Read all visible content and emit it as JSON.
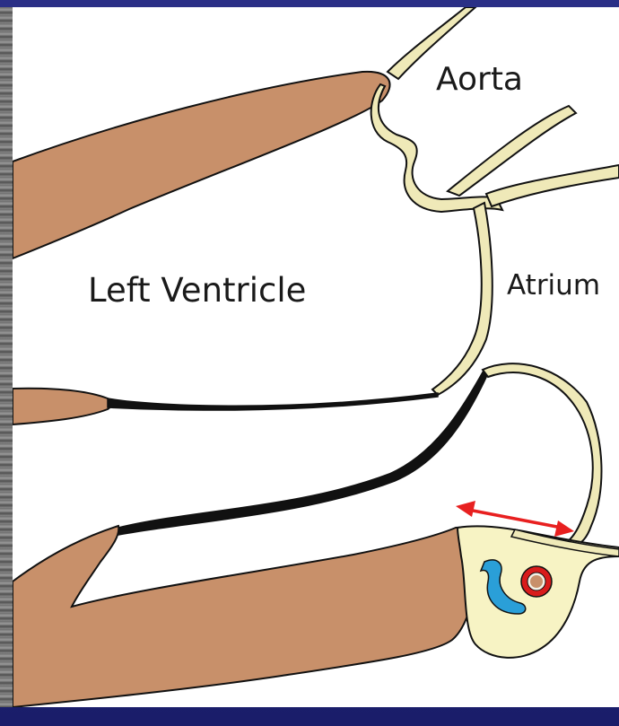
{
  "labels": {
    "aorta": "Aorta",
    "left_ventricle": "Left Ventricle",
    "atrium": "Atrium"
  },
  "colors": {
    "background": "#1b1f6e",
    "muscle": "#c8906a",
    "valve_tissue": "#efe9b8",
    "outline": "#111111",
    "arrow": "#e82020",
    "artery": "#d81b1b",
    "vein": "#2a9fd8"
  },
  "icons": [
    "double-headed-arrow-icon",
    "coronary-artery-icon",
    "coronary-vein-icon"
  ]
}
